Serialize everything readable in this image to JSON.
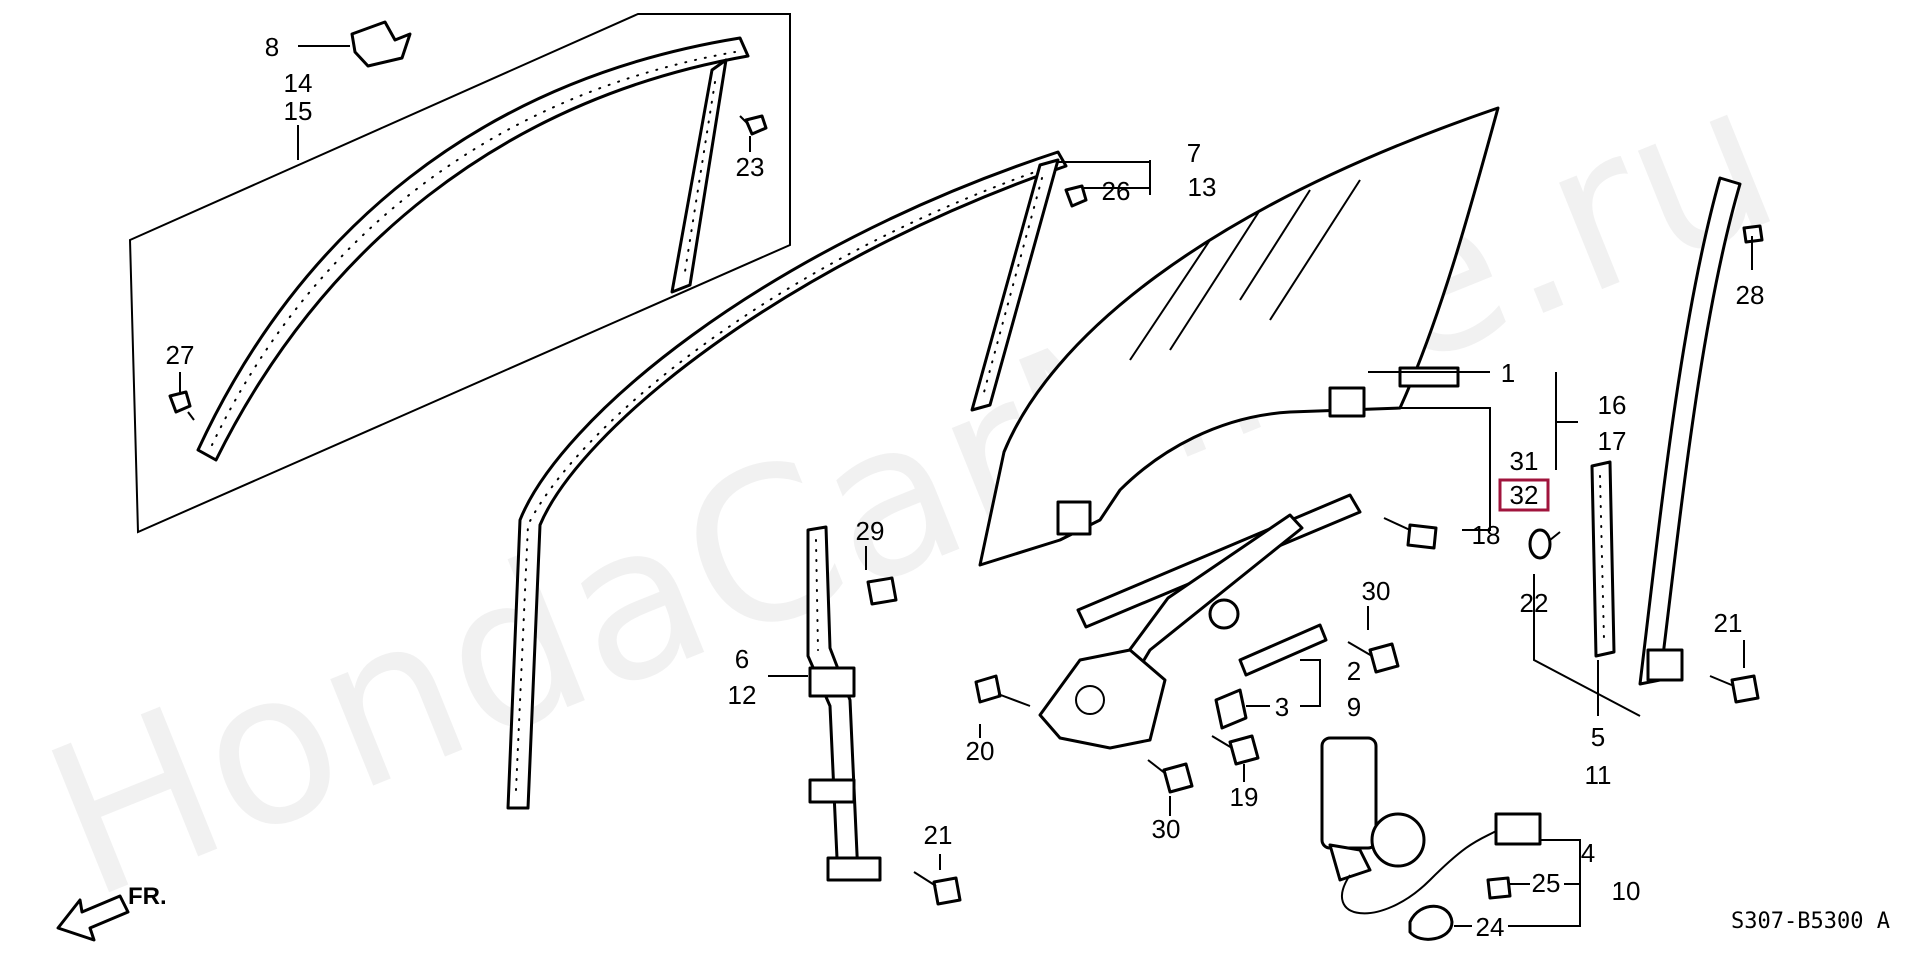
{
  "diagram": {
    "watermark": "HondaCarMine.ru",
    "drawing_code": "S307-B5300 A",
    "direction_label": "FR.",
    "highlight_color": "#a0143c",
    "callouts": {
      "c1": "1",
      "c2": "2",
      "c3": "3",
      "c4": "4",
      "c5": "5",
      "c6": "6",
      "c7": "7",
      "c8": "8",
      "c9": "9",
      "c10": "10",
      "c11": "11",
      "c12": "12",
      "c13": "13",
      "c14": "14",
      "c15": "15",
      "c16": "16",
      "c17": "17",
      "c18": "18",
      "c19": "19",
      "c20": "20",
      "c21a": "21",
      "c21b": "21",
      "c22": "22",
      "c23": "23",
      "c24": "24",
      "c25": "25",
      "c26": "26",
      "c27": "27",
      "c28": "28",
      "c29": "29",
      "c30a": "30",
      "c30b": "30",
      "c31": "31",
      "c32": "32"
    }
  }
}
